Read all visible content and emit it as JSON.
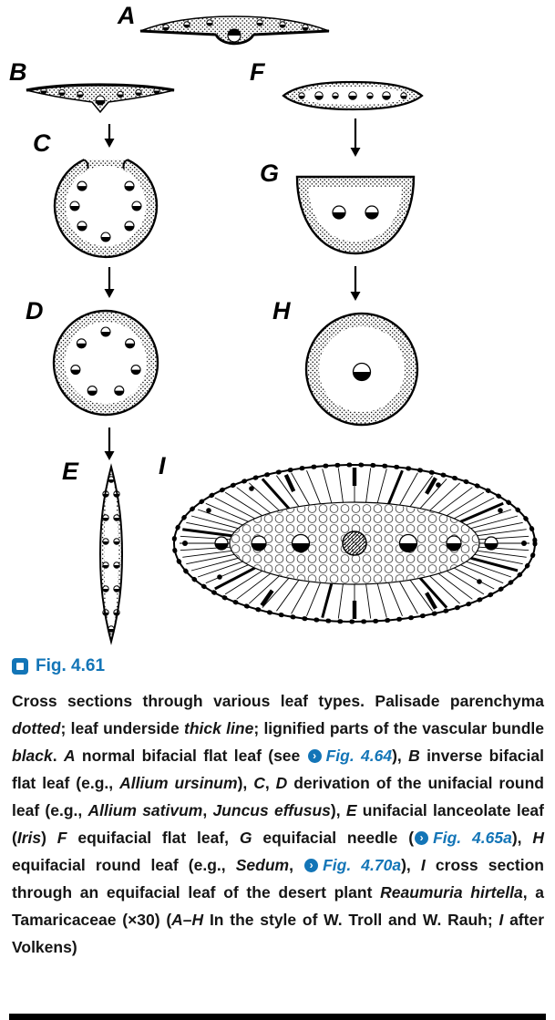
{
  "colors": {
    "accent_blue": "#1375b7",
    "text": "#151515",
    "line_black": "#000000"
  },
  "icons": {
    "fig_ref_glyph": "›"
  },
  "figure": {
    "labels": {
      "A": "A",
      "B": "B",
      "C": "C",
      "D": "D",
      "E": "E",
      "F": "F",
      "G": "G",
      "H": "H",
      "I": "I"
    }
  },
  "caption": {
    "fig_label": "Fig. 4.61",
    "segments": [
      {
        "s": "b",
        "t": "Cross sections through various leaf types. Palisade parenchyma "
      },
      {
        "s": "bi",
        "t": "dotted"
      },
      {
        "s": "b",
        "t": "; leaf underside "
      },
      {
        "s": "bi",
        "t": "thick line"
      },
      {
        "s": "b",
        "t": "; lignified parts of the vascular bundle "
      },
      {
        "s": "bi",
        "t": "black"
      },
      {
        "s": "b",
        "t": ". "
      },
      {
        "s": "bi",
        "t": "A"
      },
      {
        "s": "b",
        "t": " normal bifacial flat leaf (see "
      },
      {
        "s": "ref",
        "t": "Fig. 4.64"
      },
      {
        "s": "b",
        "t": "), "
      },
      {
        "s": "bi",
        "t": "B"
      },
      {
        "s": "b",
        "t": " inverse bifacial flat leaf (e.g., "
      },
      {
        "s": "bi",
        "t": "Allium ursinum"
      },
      {
        "s": "b",
        "t": "), "
      },
      {
        "s": "bi",
        "t": "C"
      },
      {
        "s": "b",
        "t": ", "
      },
      {
        "s": "bi",
        "t": "D"
      },
      {
        "s": "b",
        "t": " derivation of the unifacial round leaf (e.g., "
      },
      {
        "s": "bi",
        "t": "Allium sativum"
      },
      {
        "s": "b",
        "t": ", "
      },
      {
        "s": "bi",
        "t": "Juncus effusus"
      },
      {
        "s": "b",
        "t": "), "
      },
      {
        "s": "bi",
        "t": "E"
      },
      {
        "s": "b",
        "t": " unifacial lanceolate leaf ("
      },
      {
        "s": "bi",
        "t": "Iris"
      },
      {
        "s": "b",
        "t": ") "
      },
      {
        "s": "bi",
        "t": "F"
      },
      {
        "s": "b",
        "t": " equifacial flat leaf, "
      },
      {
        "s": "bi",
        "t": "G"
      },
      {
        "s": "b",
        "t": " equifacial needle ("
      },
      {
        "s": "ref",
        "t": "Fig. 4.65a"
      },
      {
        "s": "b",
        "t": "), "
      },
      {
        "s": "bi",
        "t": "H"
      },
      {
        "s": "b",
        "t": " equifacial round leaf (e.g., "
      },
      {
        "s": "bi",
        "t": "Sedum"
      },
      {
        "s": "b",
        "t": ", "
      },
      {
        "s": "ref",
        "t": "Fig. 4.70a"
      },
      {
        "s": "b",
        "t": "), "
      },
      {
        "s": "bi",
        "t": "I"
      },
      {
        "s": "b",
        "t": " cross section through an equifacial leaf of the desert plant "
      },
      {
        "s": "bi",
        "t": "Reaumuria hirtella"
      },
      {
        "s": "b",
        "t": ", a Tamaricaceae (×30) ("
      },
      {
        "s": "bi",
        "t": "A–H"
      },
      {
        "s": "b",
        "t": " In the style of W. Troll and W. Rauh; "
      },
      {
        "s": "bi",
        "t": "I"
      },
      {
        "s": "b",
        "t": " after Volkens)"
      }
    ]
  }
}
